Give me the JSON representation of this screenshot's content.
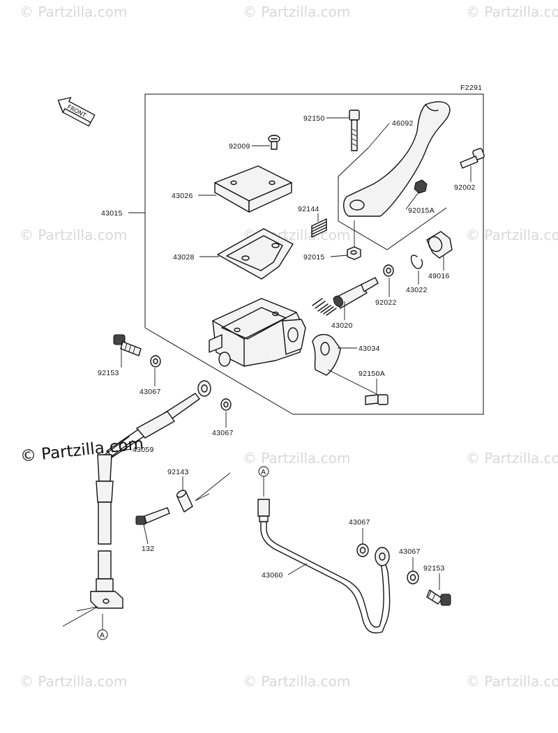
{
  "diagram": {
    "figure_code": "F2291",
    "front_label": "FRONT",
    "callout_letter": "A",
    "copyright_text": "© Partzilla.com",
    "watermark_text": "© Partzilla.com",
    "parts": [
      {
        "id": "p92150",
        "number": "92150"
      },
      {
        "id": "p46092",
        "number": "46092"
      },
      {
        "id": "p92009",
        "number": "92009"
      },
      {
        "id": "p92002",
        "number": "92002"
      },
      {
        "id": "p43026",
        "number": "43026"
      },
      {
        "id": "p43015",
        "number": "43015"
      },
      {
        "id": "p92144",
        "number": "92144"
      },
      {
        "id": "p92015A",
        "number": "92015A"
      },
      {
        "id": "p43028",
        "number": "43028"
      },
      {
        "id": "p92015",
        "number": "92015"
      },
      {
        "id": "p49016",
        "number": "49016"
      },
      {
        "id": "p43022",
        "number": "43022"
      },
      {
        "id": "p92022",
        "number": "92022"
      },
      {
        "id": "p43020",
        "number": "43020"
      },
      {
        "id": "p43034",
        "number": "43034"
      },
      {
        "id": "p92153a",
        "number": "92153"
      },
      {
        "id": "p43067a",
        "number": "43067"
      },
      {
        "id": "p92150A",
        "number": "92150A"
      },
      {
        "id": "p43067b",
        "number": "43067"
      },
      {
        "id": "p43059",
        "number": "43059"
      },
      {
        "id": "p92143",
        "number": "92143"
      },
      {
        "id": "p132",
        "number": "132"
      },
      {
        "id": "p43067c",
        "number": "43067"
      },
      {
        "id": "p43067d",
        "number": "43067"
      },
      {
        "id": "p43060",
        "number": "43060"
      },
      {
        "id": "p92153b",
        "number": "92153"
      }
    ]
  }
}
